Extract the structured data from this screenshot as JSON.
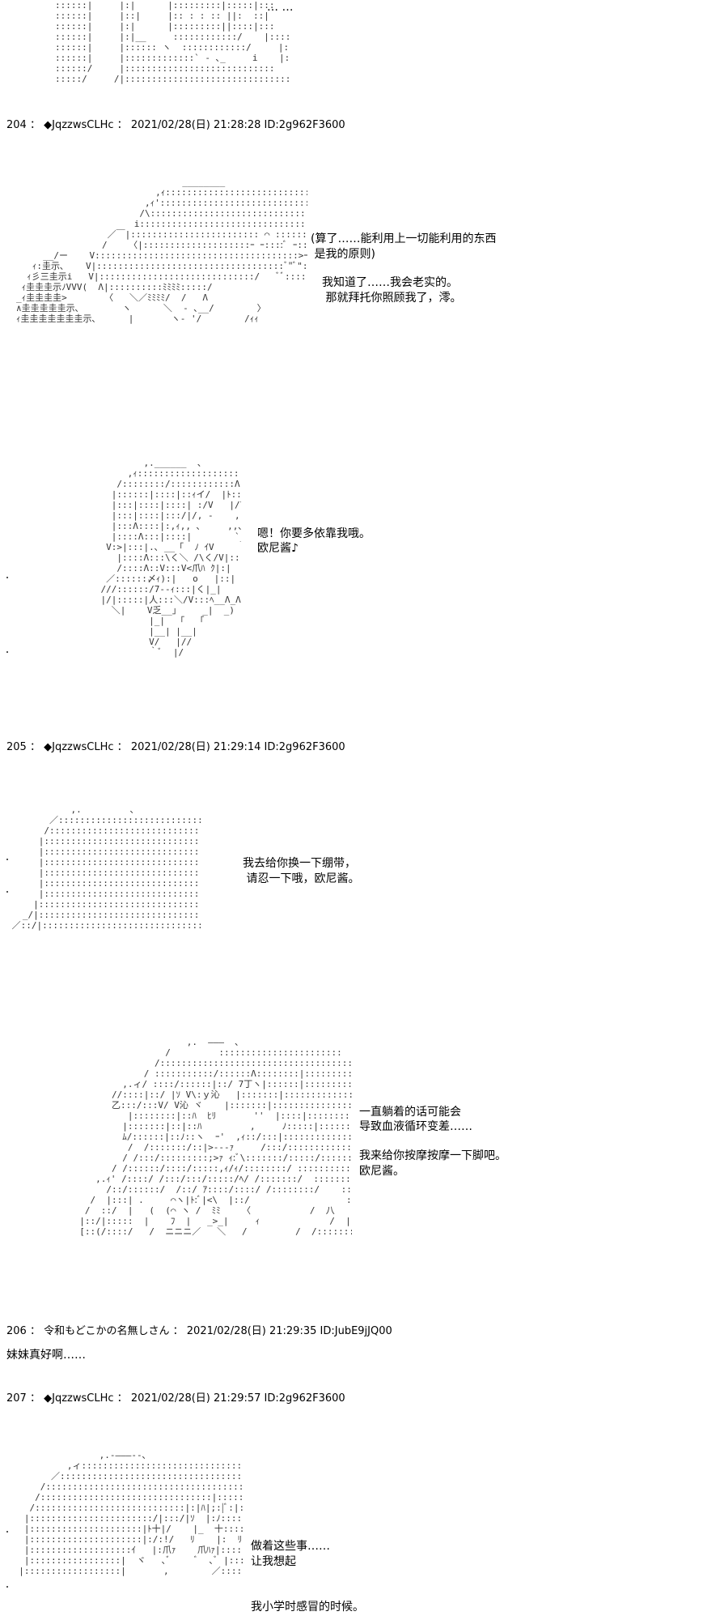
{
  "posts": [
    {
      "number": "204",
      "separator": "：",
      "author": "◆JqzzwsCLHc",
      "datetime": "2021/02/28(日) 21:28:28",
      "id": "ID:2g962F3600",
      "lines": [
        "(算了……能利用上一切能利用的东西",
        " 是我的原则)",
        "我知道了……我会老实的。",
        " 那就拜托你照顾我了，澪。"
      ]
    },
    {
      "number": "205",
      "separator": "：",
      "author": "◆JqzzwsCLHc",
      "datetime": "2021/02/28(日) 21:29:14",
      "id": "ID:2g962F3600",
      "lines": [
        "嗯！你要多依靠我哦。",
        "欧尼酱♪",
        "我去给你换一下绷带，",
        " 请忍一下哦，欧尼酱。",
        "一直躺着的话可能会",
        "导致血液循环变差……",
        "我来给你按摩按摩一下脚吧。",
        "欧尼酱。"
      ]
    },
    {
      "number": "206",
      "separator": "：",
      "author": "令和もどこかの名無しさん",
      "datetime": "2021/02/28(日) 21:29:35",
      "id": "ID:JubE9jJQ00",
      "lines": [
        "妹妹真好啊……"
      ]
    },
    {
      "number": "207",
      "separator": "：",
      "author": "◆JqzzwsCLHc",
      "datetime": "2021/02/28(日) 21:29:57",
      "id": "ID:2g962F3600",
      "lines": [
        "做着这些事……",
        "让我想起",
        "我小学时感冒的时候。"
      ]
    }
  ]
}
